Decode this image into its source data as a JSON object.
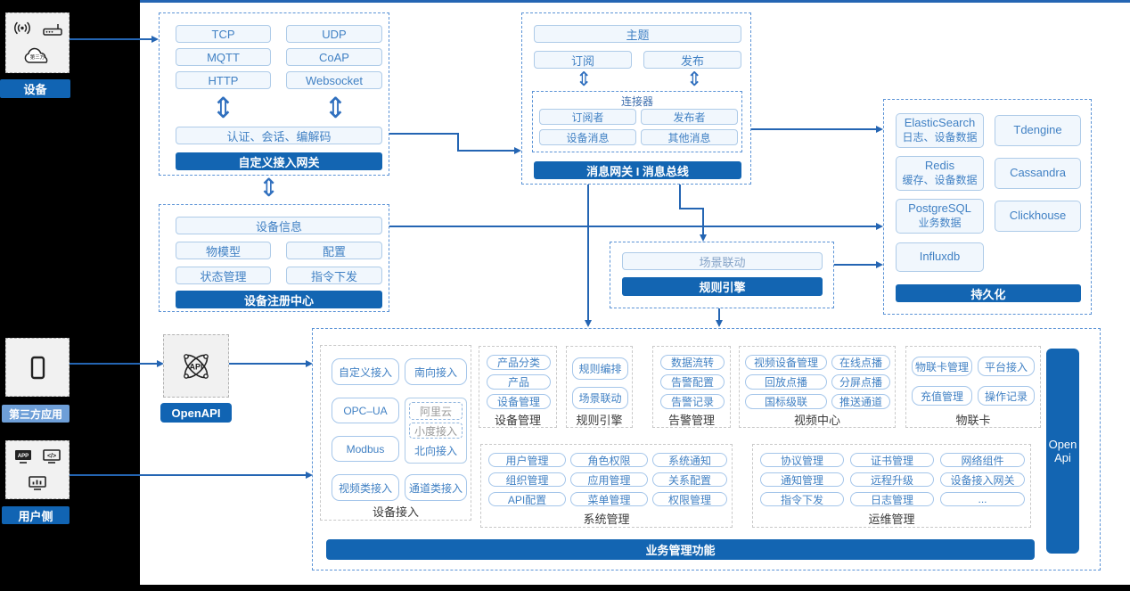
{
  "colors": {
    "accent_blue": "#1365b2",
    "arrow_blue": "#2465b3",
    "item_border": "#aecbe8",
    "dashed_border": "#5b93d6",
    "third_party_label_bg": "#6e9fd8",
    "background": "#000000"
  },
  "left_panel": {
    "device": {
      "label": "设备",
      "cloud_text": "第三方"
    },
    "third_party": {
      "label": "第三方应用"
    },
    "user": {
      "label": "用户侧"
    }
  },
  "gateway_box": {
    "protocols": [
      "TCP",
      "UDP",
      "MQTT",
      "CoAP",
      "HTTP",
      "Websocket"
    ],
    "auth": "认证、会话、编解码",
    "title": "自定义接入网关"
  },
  "registry_box": {
    "wide": "设备信息",
    "items": [
      "物模型",
      "配置",
      "状态管理",
      "指令下发"
    ],
    "title": "设备注册中心"
  },
  "message_box": {
    "topic": "主题",
    "subscribe": "订阅",
    "publish": "发布",
    "connector_title": "连接器",
    "connector_items": [
      "订阅者",
      "发布者",
      "设备消息",
      "其他消息"
    ],
    "title": "消息网关 I 消息总线"
  },
  "persistence_box": {
    "stores": [
      {
        "name": "ElasticSearch",
        "desc": "日志、设备数据"
      },
      {
        "name": "Tdengine",
        "desc": ""
      },
      {
        "name": "Redis",
        "desc": "缓存、设备数据"
      },
      {
        "name": "Cassandra",
        "desc": ""
      },
      {
        "name": "PostgreSQL",
        "desc": "业务数据"
      },
      {
        "name": "Clickhouse",
        "desc": ""
      },
      {
        "name": "Influxdb",
        "desc": ""
      }
    ],
    "title": "持久化"
  },
  "rule_box": {
    "item": "场景联动",
    "title": "规则引擎"
  },
  "openapi": {
    "label": "OpenAPI"
  },
  "business_box": {
    "device_access": {
      "label": "设备接入",
      "items": [
        "自定义接入",
        "南向接入",
        "OPC–UA",
        "Modbus",
        "视频类接入",
        "通道类接入"
      ],
      "north_dashed": [
        "阿里云",
        "小度接入"
      ],
      "north_label": "北向接入"
    },
    "device_mgmt": {
      "label": "设备管理",
      "items": [
        "产品分类",
        "产品",
        "设备管理"
      ]
    },
    "rule_engine": {
      "label": "规则引擎",
      "items": [
        "规则编排",
        "场景联动"
      ]
    },
    "alarm_mgmt": {
      "label": "告警管理",
      "items": [
        "数据流转",
        "告警配置",
        "告警记录"
      ]
    },
    "video_center": {
      "label": "视频中心",
      "items": [
        "视频设备管理",
        "在线点播",
        "回放点播",
        "分屏点播",
        "国标级联",
        "推送通道"
      ]
    },
    "iot_card": {
      "label": "物联卡",
      "items": [
        "物联卡管理",
        "平台接入",
        "充值管理",
        "操作记录"
      ]
    },
    "system_mgmt": {
      "label": "系统管理",
      "items": [
        "用户管理",
        "角色权限",
        "系统通知",
        "组织管理",
        "应用管理",
        "关系配置",
        "API配置",
        "菜单管理",
        "权限管理"
      ]
    },
    "ops_mgmt": {
      "label": "运维管理",
      "items": [
        "协议管理",
        "证书管理",
        "网络组件",
        "通知管理",
        "远程升级",
        "设备接入网关",
        "指令下发",
        "日志管理",
        "..."
      ]
    },
    "open_api_bar": {
      "line1": "Open",
      "line2": "Api"
    },
    "title": "业务管理功能"
  }
}
